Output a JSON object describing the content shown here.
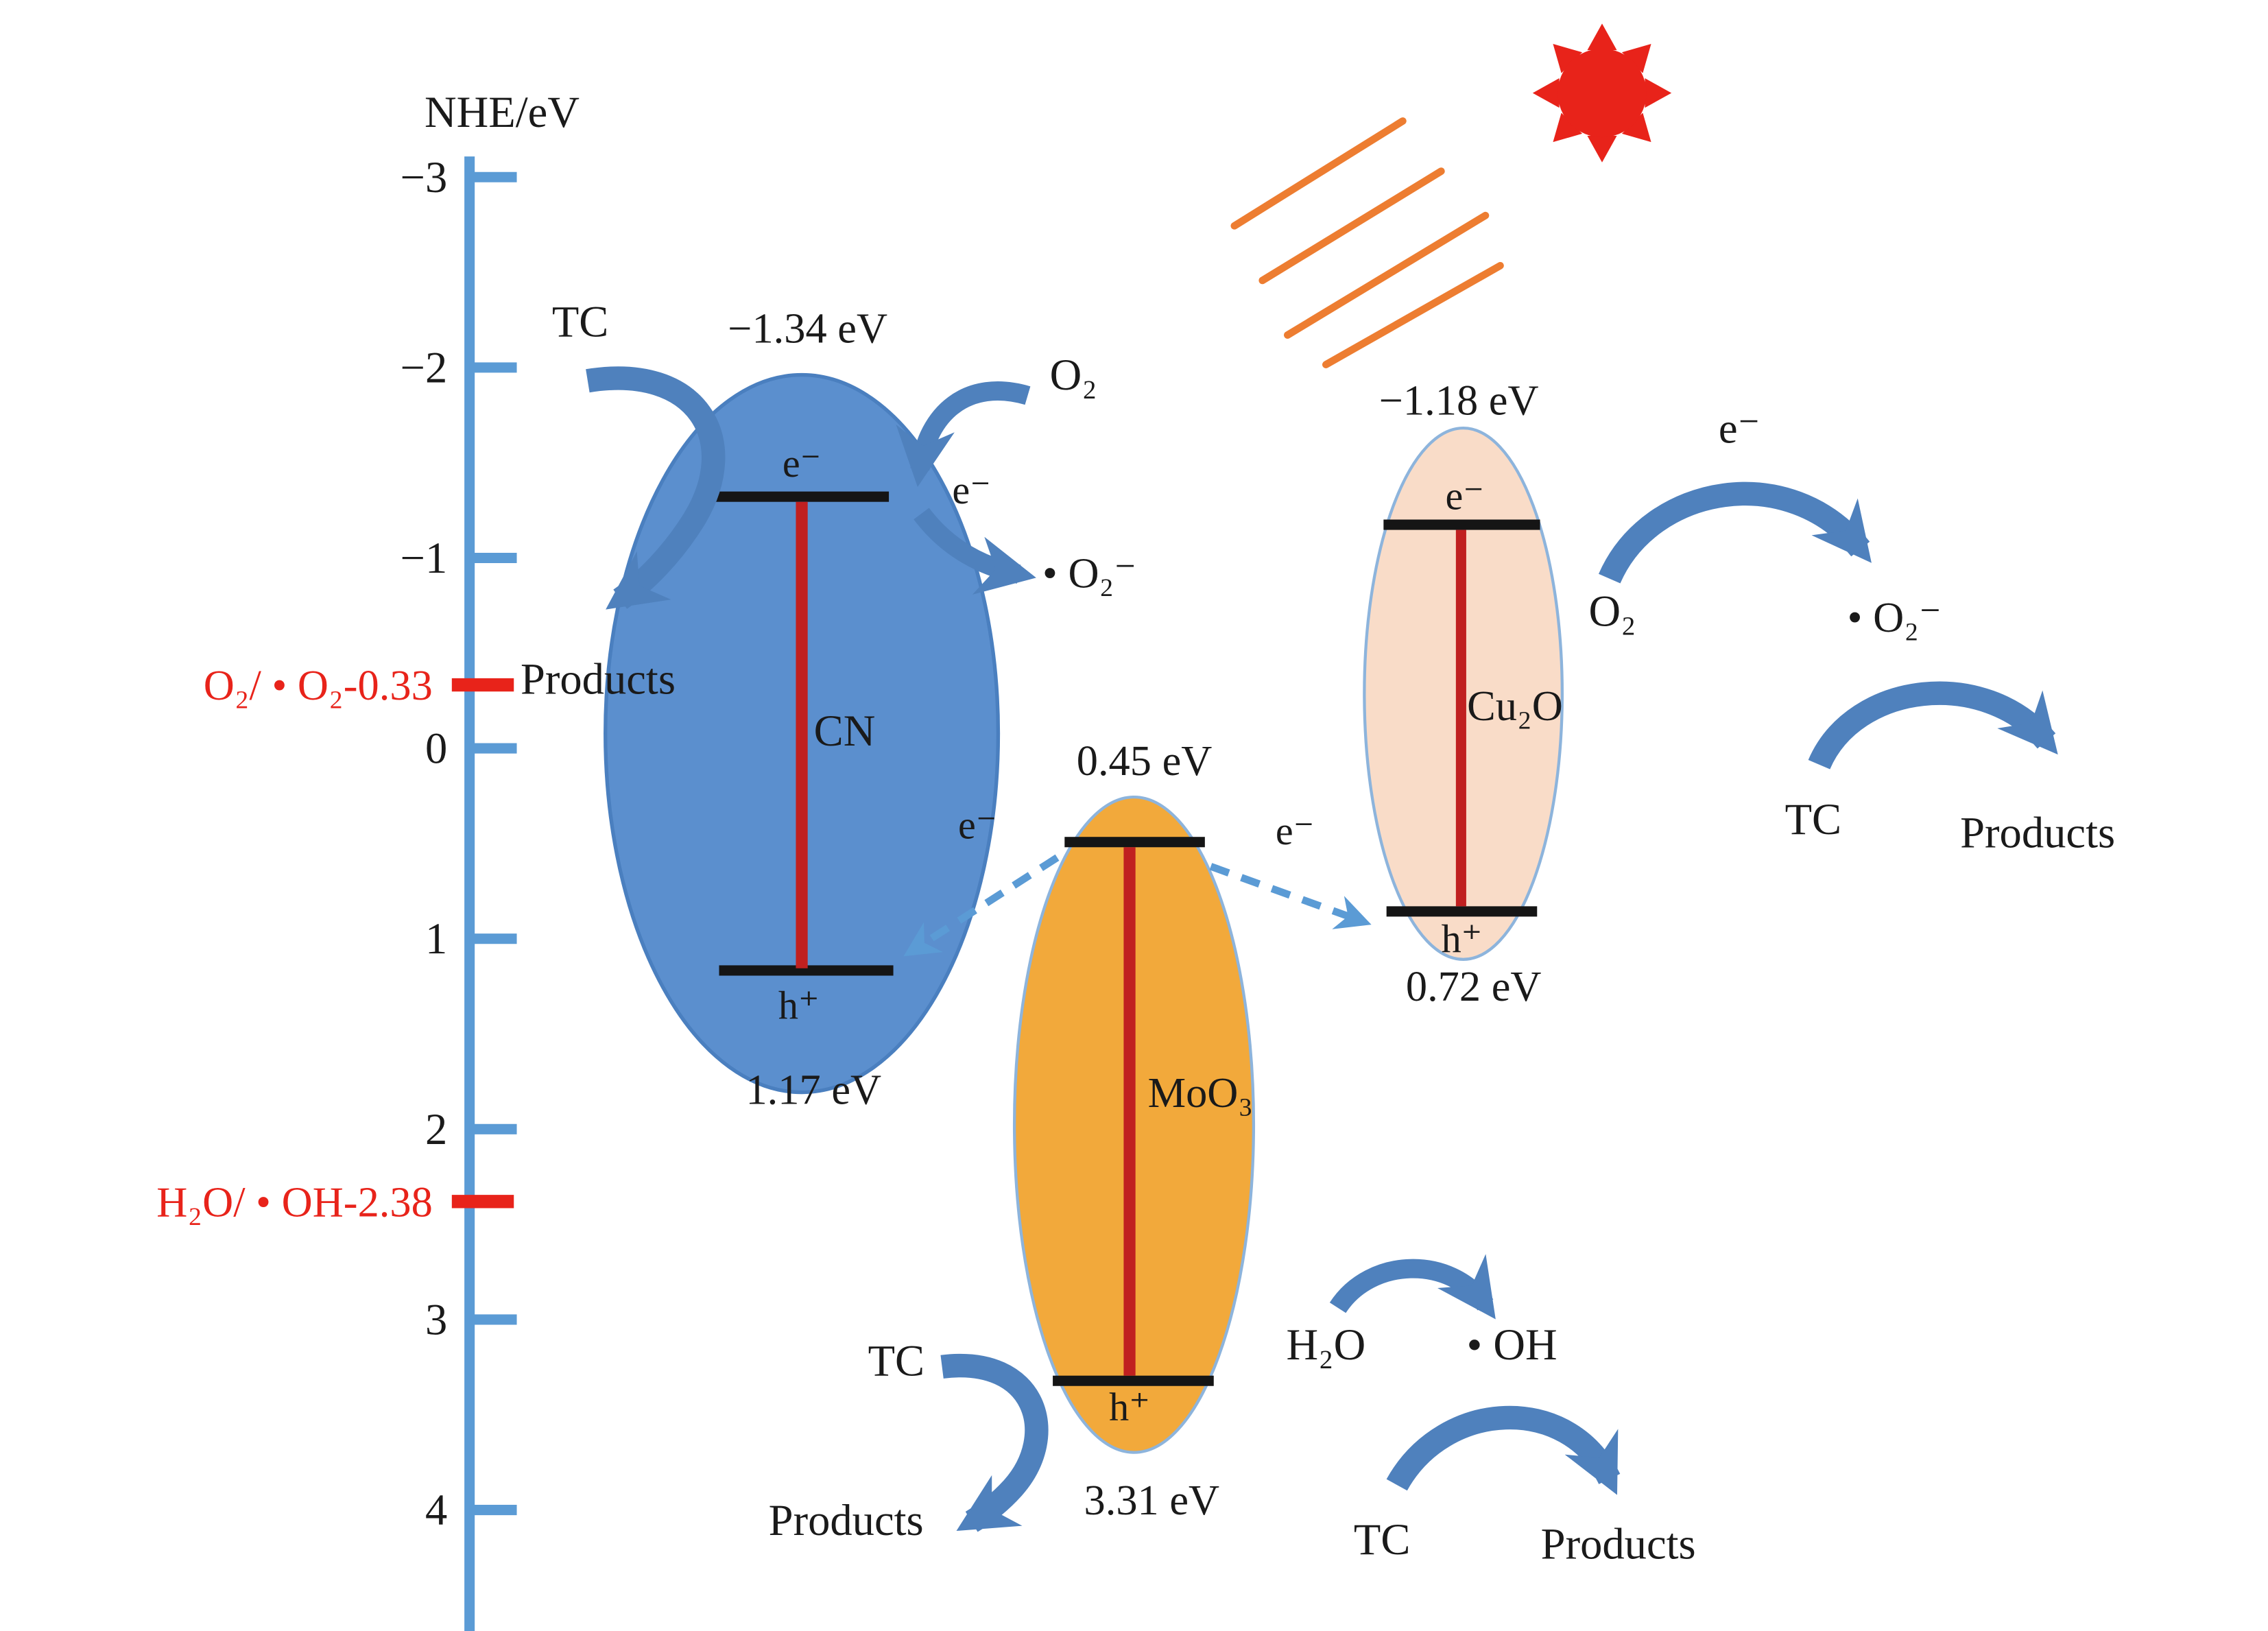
{
  "figure": {
    "axis": {
      "title": "NHE/eV",
      "tick_labels": [
        "−3",
        "−2",
        "−1",
        "0",
        "1",
        "2",
        "3",
        "4"
      ],
      "redox_levels": [
        {
          "label": "O₂/ • O₂-0.33"
        },
        {
          "label": "H₂O/ • OH-2.38"
        }
      ]
    },
    "semiconductors": {
      "cn": {
        "name": "CN",
        "cb_energy": "−1.34 eV",
        "vb_energy": "1.17 eV",
        "electron": "e⁻",
        "hole": "h⁺"
      },
      "moo3": {
        "name": "MoO₃",
        "cb_energy": "0.45 eV",
        "vb_energy": "3.31 eV",
        "hole": "h⁺"
      },
      "cu2o": {
        "name": "Cu₂O",
        "cb_energy": "−1.18 eV",
        "vb_energy": "0.72 eV",
        "electron": "e⁻",
        "hole": "h⁺"
      }
    },
    "labels": {
      "tc_left": "TC",
      "products_left": "Products",
      "o2_cn": "O₂",
      "e_cn_transfer": "e⁻",
      "superoxide_cn": "• O₂⁻",
      "e_moo3_to_cn": "e⁻",
      "e_moo3_to_cu2o": "e⁻",
      "o2_cu2o": "O₂",
      "e_cu2o_transfer": "e⁻",
      "superoxide_cu2o": "• O₂⁻",
      "tc_right": "TC",
      "products_right": "Products",
      "tc_moo3": "TC",
      "products_moo3": "Products",
      "h2o": "H₂O",
      "hydroxyl": "• OH",
      "tc_bottom": "TC",
      "products_bottom": "Products"
    },
    "colors": {
      "axis_blue": "#5b9bd5",
      "redox_red": "#e8231a",
      "cn_fill": "#5b8fce",
      "moo3_fill": "#f2a93b",
      "cu2o_fill": "#f9dcc8",
      "band_black": "#151515",
      "bandgap_red": "#c02020",
      "arrow_blue": "#4f81bd",
      "dashed_blue": "#5b9bd5",
      "sun_red": "#e8231a",
      "ray_orange": "#ed7d31"
    }
  }
}
